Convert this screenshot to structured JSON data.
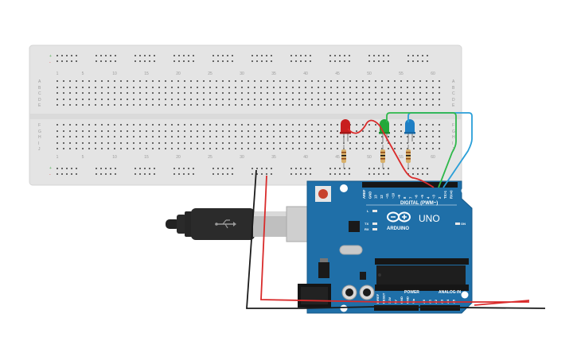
{
  "breadboard": {
    "column_numbers": [
      "1",
      "5",
      "10",
      "15",
      "20",
      "25",
      "30",
      "35",
      "40",
      "45",
      "50",
      "55",
      "60"
    ],
    "row_letters_top": [
      "A",
      "B",
      "C",
      "D",
      "E"
    ],
    "row_letters_bottom": [
      "F",
      "G",
      "H",
      "I",
      "J"
    ],
    "rail_plus": "+",
    "rail_minus": "-"
  },
  "leds": [
    {
      "color_name": "red",
      "color": "#c81e1e"
    },
    {
      "color_name": "green",
      "color": "#22a83a"
    },
    {
      "color_name": "blue",
      "color": "#1f7fc4"
    }
  ],
  "wires": {
    "red": "#d92b2b",
    "green": "#2eb84a",
    "blue": "#2a9fd8",
    "black": "#1b1b1b"
  },
  "arduino": {
    "board_color": "#1f6fa8",
    "brand": "ARDUINO",
    "model": "UNO",
    "digital_label": "DIGITAL (PWM~)",
    "power_label": "POWER",
    "analog_label": "ANALOG IN",
    "on_label": "ON",
    "led_labels": [
      "L",
      "TX",
      "RX"
    ],
    "top_pins": [
      "AREF",
      "GND",
      "13",
      "12",
      "~11",
      "~10",
      "~9",
      "8",
      "7",
      "~6",
      "~5",
      "4",
      "~3",
      "2",
      "TX>1",
      "RX<0"
    ],
    "bottom_pins": [
      "IOREF",
      "RESET",
      "3.3V",
      "5V",
      "GND",
      "GND",
      "Vin",
      "A0",
      "A1",
      "A2",
      "A3",
      "A4",
      "A5"
    ]
  }
}
